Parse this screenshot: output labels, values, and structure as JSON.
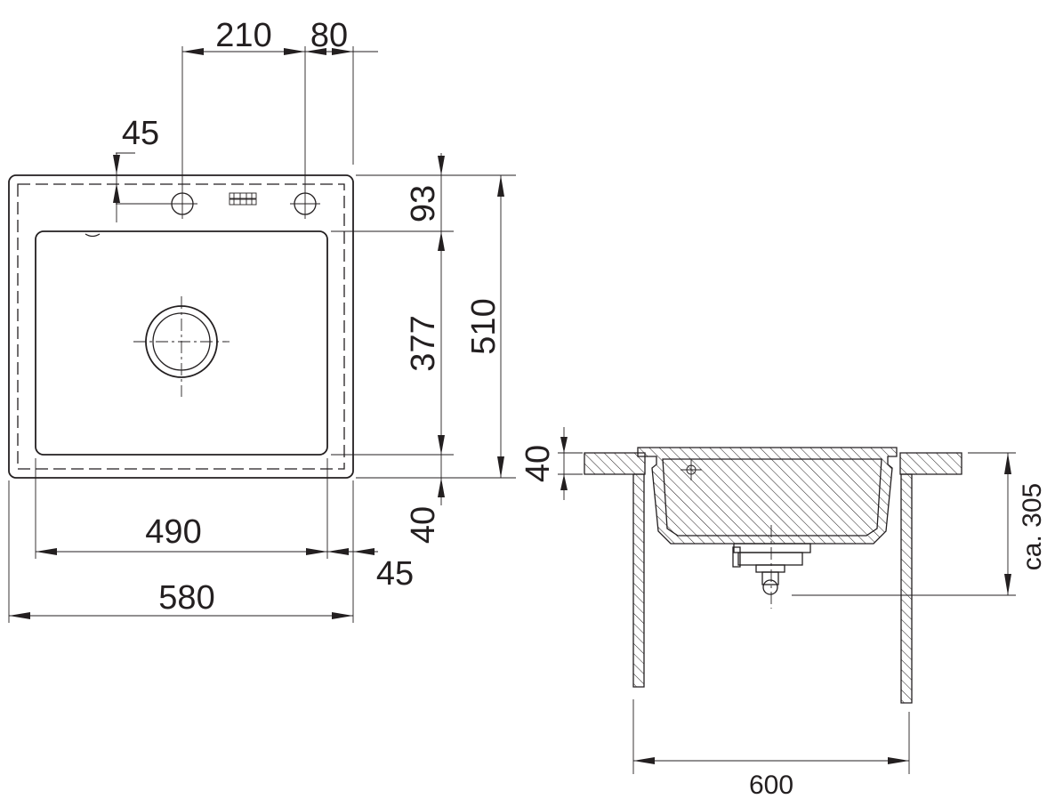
{
  "top_view": {
    "tap_hole_spacing": "210",
    "tap_hole_edge_offset": "80",
    "overflow_offset": "45",
    "rim_depth_back": "93",
    "bowl_depth": "377",
    "overall_depth": "510",
    "rim_depth_front": "40",
    "bowl_width": "490",
    "rim_width_side": "45",
    "overall_width": "580"
  },
  "section_view": {
    "worktop_thickness": "40",
    "installation_depth": "ca. 305",
    "cabinet_width": "600"
  },
  "colors": {
    "line": "#231f20",
    "background": "#ffffff"
  }
}
